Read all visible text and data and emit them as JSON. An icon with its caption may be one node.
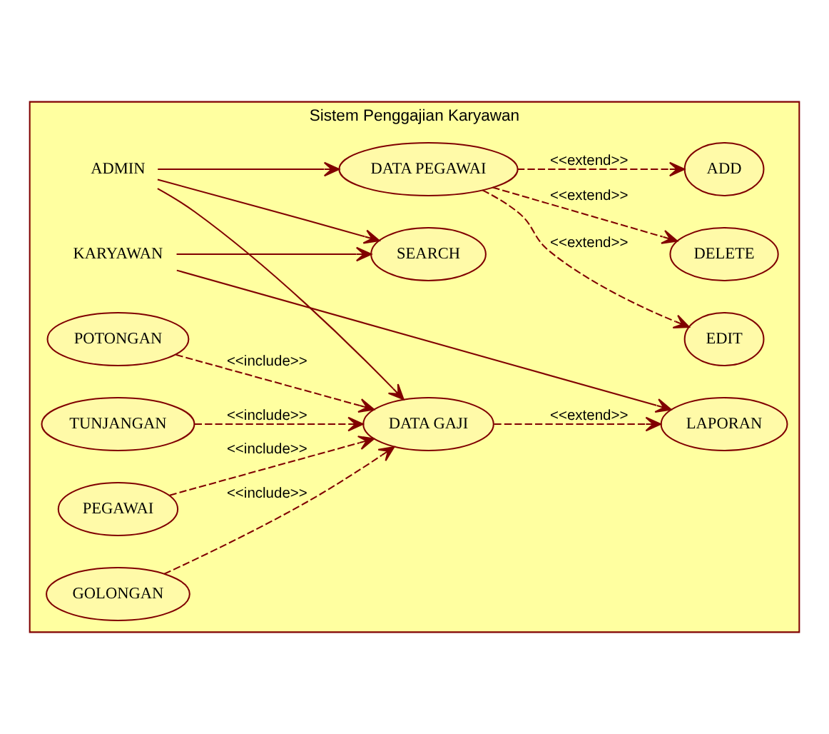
{
  "diagram": {
    "nodes": [
      {
        "text": [
          "Sistem Penggajian Karyawan"
        ]
      },
      {
        "text": [
          "ADMIN"
        ],
        "in": 0
      },
      {
        "text": [
          "DATA PEGAWAI"
        ],
        "in": 0
      },
      {
        "text": [
          "ADD"
        ],
        "in": 0
      },
      {
        "text": [
          "EDIT"
        ],
        "in": 0
      },
      {
        "text": [
          "DELETE"
        ],
        "in": 0
      },
      {
        "text": [
          "DATA GAJI"
        ],
        "in": 0
      },
      {
        "text": [
          "PEGAWAI"
        ],
        "in": 0
      },
      {
        "text": [
          "GOLONGAN"
        ],
        "in": 0
      },
      {
        "text": [
          "POTONGAN"
        ],
        "in": 0
      },
      {
        "text": [
          "TUNJANGAN"
        ],
        "in": 0
      },
      {
        "text": [
          "LAPORAN"
        ],
        "in": 0
      },
      {
        "text": [
          "SEARCH"
        ],
        "in": 0
      },
      {
        "text": [
          "KARYAWAN"
        ],
        "in": 0
      }
    ],
    "edges": [
      {
        "from": 1,
        "to": 2,
        "arrow": "to"
      },
      {
        "from": 2,
        "to": 3,
        "arrow": "to",
        "style": "dashed",
        "label": "<<extend>>"
      },
      {
        "from": 2,
        "to": 4,
        "arrow": "to",
        "style": "dashed",
        "label": "<<extend>>"
      },
      {
        "from": 2,
        "to": 5,
        "arrow": "to",
        "style": "dashed",
        "label": "<<extend>>"
      },
      {
        "from": 1,
        "to": 6,
        "arrow": "to"
      },
      {
        "from": 7,
        "to": 6,
        "arrow": "to",
        "style": "dashed",
        "label": "<<include>>"
      },
      {
        "from": 8,
        "to": 6,
        "arrow": "to",
        "style": "dashed",
        "label": "<<include>>"
      },
      {
        "from": 9,
        "to": 6,
        "arrow": "to",
        "style": "dashed",
        "label": "<<include>>"
      },
      {
        "from": 10,
        "to": 6,
        "arrow": "to",
        "style": "dashed",
        "label": "<<include>>"
      },
      {
        "from": 6,
        "to": 11,
        "arrow": "to",
        "style": "dashed",
        "label": "<<extend>>"
      },
      {
        "from": 1,
        "to": 12,
        "arrow": "to"
      },
      {
        "from": 13,
        "to": 11,
        "arrow": "to"
      },
      {
        "from": 13,
        "to": 12,
        "arrow": "to"
      }
    ]
  }
}
